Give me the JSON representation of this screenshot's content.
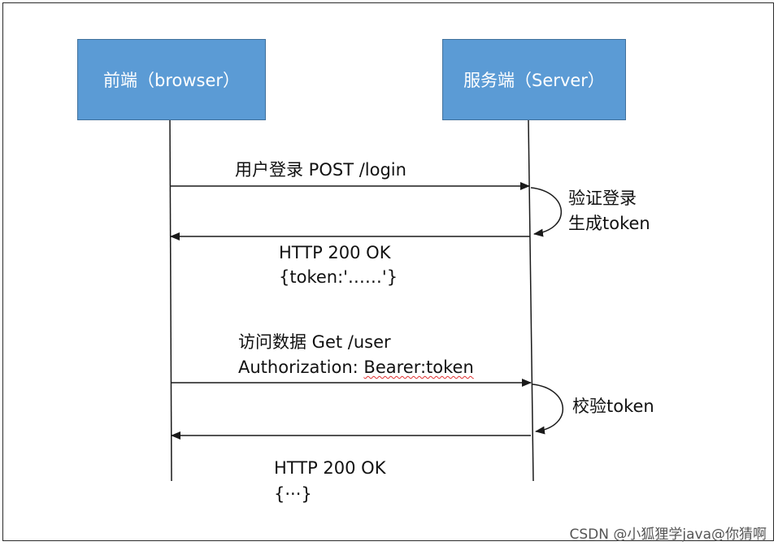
{
  "lanes": {
    "browser": "前端（browser）",
    "server": "服务端（Server）"
  },
  "messages": {
    "login_request": "用户登录   POST /login",
    "server_step1_line1": "验证登录",
    "server_step1_line2": "生成token",
    "login_response_line1": "HTTP 200 OK",
    "login_response_line2": "{token:'……'}",
    "data_request_line1": "访问数据   Get /user",
    "data_request_line2_prefix": "Authorization: ",
    "data_request_line2_value": "Bearer:token",
    "server_step2": "校验token",
    "data_response_line1": "HTTP 200 OK",
    "data_response_line2": "{···}"
  },
  "watermark": "CSDN @小狐狸学java@你猜啊",
  "colors": {
    "lane_box": "#5b9bd5",
    "lane_box_border": "#41719c",
    "lines": "#1a1a1a",
    "spellcheck_underline": "#e03030"
  }
}
